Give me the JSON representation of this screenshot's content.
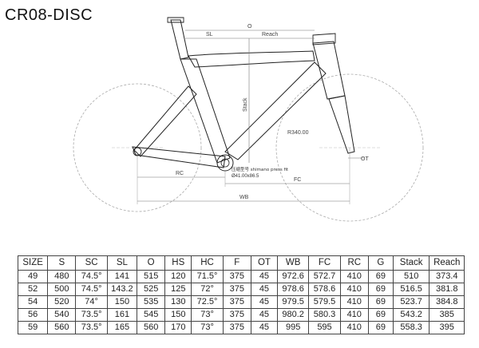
{
  "title": "CR08-DISC",
  "diagram_labels": {
    "sl": "SL",
    "o": "O",
    "reach": "Reach",
    "stack": "Stack",
    "rc": "RC",
    "fc": "FC",
    "wb": "WB",
    "ot": "OT",
    "wheel_diameter": "R340.00",
    "bb_note": "压缩型号 shimano press fit",
    "bb_dimension": "Ø41.00x86.5"
  },
  "table": {
    "headers": [
      "SIZE",
      "S",
      "SC",
      "SL",
      "O",
      "HS",
      "HC",
      "F",
      "OT",
      "WB",
      "FC",
      "RC",
      "G",
      "Stack",
      "Reach"
    ],
    "rows": [
      [
        "49",
        "480",
        "74.5°",
        "141",
        "515",
        "120",
        "71.5°",
        "375",
        "45",
        "972.6",
        "572.7",
        "410",
        "69",
        "510",
        "373.4"
      ],
      [
        "52",
        "500",
        "74.5°",
        "143.2",
        "525",
        "125",
        "72°",
        "375",
        "45",
        "978.6",
        "578.6",
        "410",
        "69",
        "516.5",
        "381.8"
      ],
      [
        "54",
        "520",
        "74°",
        "150",
        "535",
        "130",
        "72.5°",
        "375",
        "45",
        "979.5",
        "579.5",
        "410",
        "69",
        "523.7",
        "384.8"
      ],
      [
        "56",
        "540",
        "73.5°",
        "161",
        "545",
        "150",
        "73°",
        "375",
        "45",
        "980.2",
        "580.3",
        "410",
        "69",
        "543.2",
        "385"
      ],
      [
        "59",
        "560",
        "73.5°",
        "165",
        "560",
        "170",
        "73°",
        "375",
        "45",
        "995",
        "595",
        "410",
        "69",
        "558.3",
        "395"
      ]
    ]
  }
}
